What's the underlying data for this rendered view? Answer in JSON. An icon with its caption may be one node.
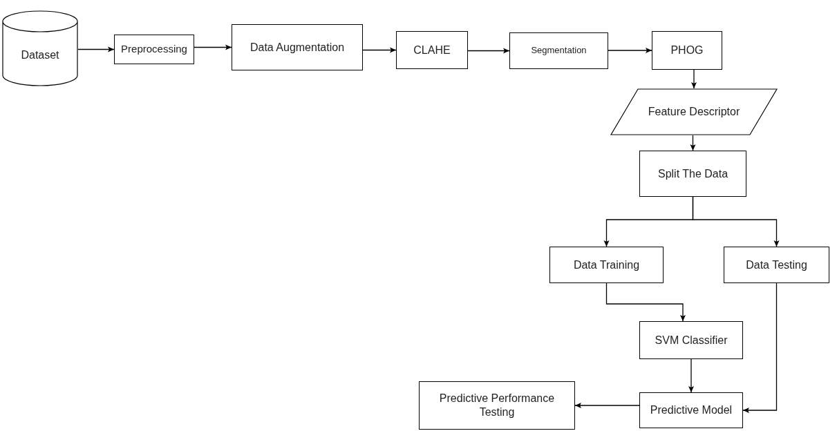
{
  "diagram": {
    "nodes": [
      {
        "text": [
          "Dataset"
        ]
      },
      {
        "text": [
          "Preprocessing"
        ]
      },
      {
        "text": [
          "Data Augmentation"
        ]
      },
      {
        "text": [
          "CLAHE"
        ]
      },
      {
        "text": [
          "Segmentation"
        ]
      },
      {
        "text": [
          "PHOG"
        ]
      },
      {
        "text": [
          "Feature Descriptor"
        ]
      },
      {
        "text": [
          "Split The Data"
        ]
      },
      {
        "text": [
          "Data Training"
        ]
      },
      {
        "text": [
          "Data Testing"
        ]
      },
      {
        "text": [
          "SVM Classifier"
        ]
      },
      {
        "text": [
          "Predictive Model"
        ]
      },
      {
        "text": [
          "Predictive Performance Testing"
        ]
      }
    ],
    "edges": [
      {
        "from": 0,
        "to": 1,
        "arrow": "to"
      },
      {
        "from": 1,
        "to": 2,
        "arrow": "to"
      },
      {
        "from": 2,
        "to": 3,
        "arrow": "to"
      },
      {
        "from": 3,
        "to": 4,
        "arrow": "to"
      },
      {
        "from": 4,
        "to": 5,
        "arrow": "to"
      },
      {
        "from": 5,
        "to": 6,
        "arrow": "to"
      },
      {
        "from": 6,
        "to": 7,
        "arrow": "to"
      },
      {
        "from": 7,
        "to": 8,
        "arrow": "to"
      },
      {
        "from": 7,
        "to": 9,
        "arrow": "to"
      },
      {
        "from": 8,
        "to": 10,
        "arrow": "to"
      },
      {
        "from": 10,
        "to": 11,
        "arrow": "to"
      },
      {
        "from": 9,
        "to": 11,
        "arrow": "to"
      },
      {
        "from": 11,
        "to": 12,
        "arrow": "to"
      }
    ]
  }
}
